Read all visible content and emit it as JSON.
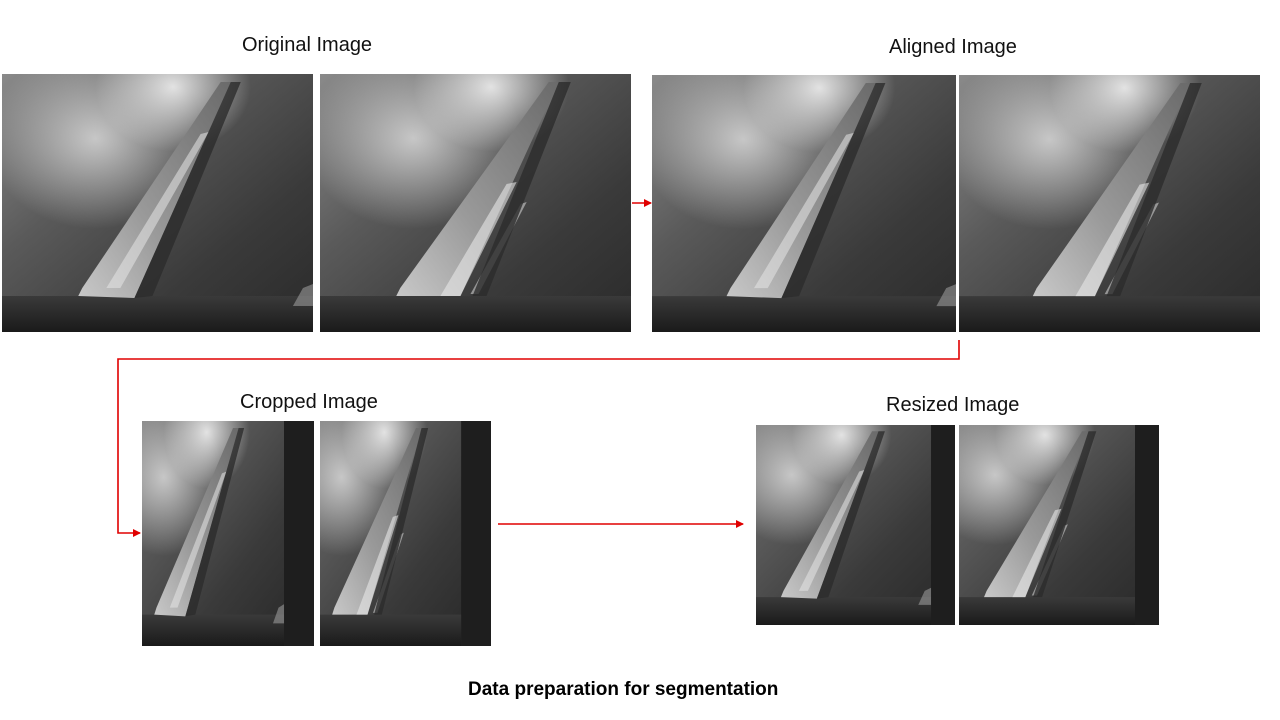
{
  "labels": {
    "original": "Original Image",
    "aligned": "Aligned Image",
    "cropped": "Cropped Image",
    "resized": "Resized Image"
  },
  "caption": "Data preparation for segmentation",
  "colors": {
    "arrow": "#e00000",
    "background": "#ffffff"
  }
}
